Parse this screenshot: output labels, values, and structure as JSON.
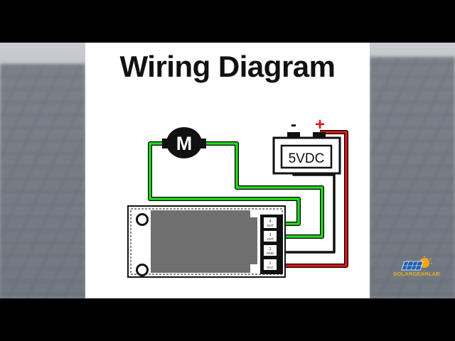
{
  "title": "Wiring Diagram",
  "motor": {
    "label": "M"
  },
  "battery": {
    "label": "5VDC",
    "neg_label": "-",
    "pos_label": "+"
  },
  "board": {
    "pins": [
      {
        "num": "4",
        "name": "OUT"
      },
      {
        "num": "3",
        "name": "OUT"
      },
      {
        "num": "2",
        "name": "GND"
      },
      {
        "num": "1",
        "name": "VCC"
      }
    ]
  },
  "logo": {
    "text": "SOLARGEARLAB"
  },
  "colors": {
    "motor_wire": "#22dd22",
    "negative_wire": "#111111",
    "positive_wire": "#e01818",
    "board": "#6f6f6f",
    "background_card": "#ffffff"
  }
}
